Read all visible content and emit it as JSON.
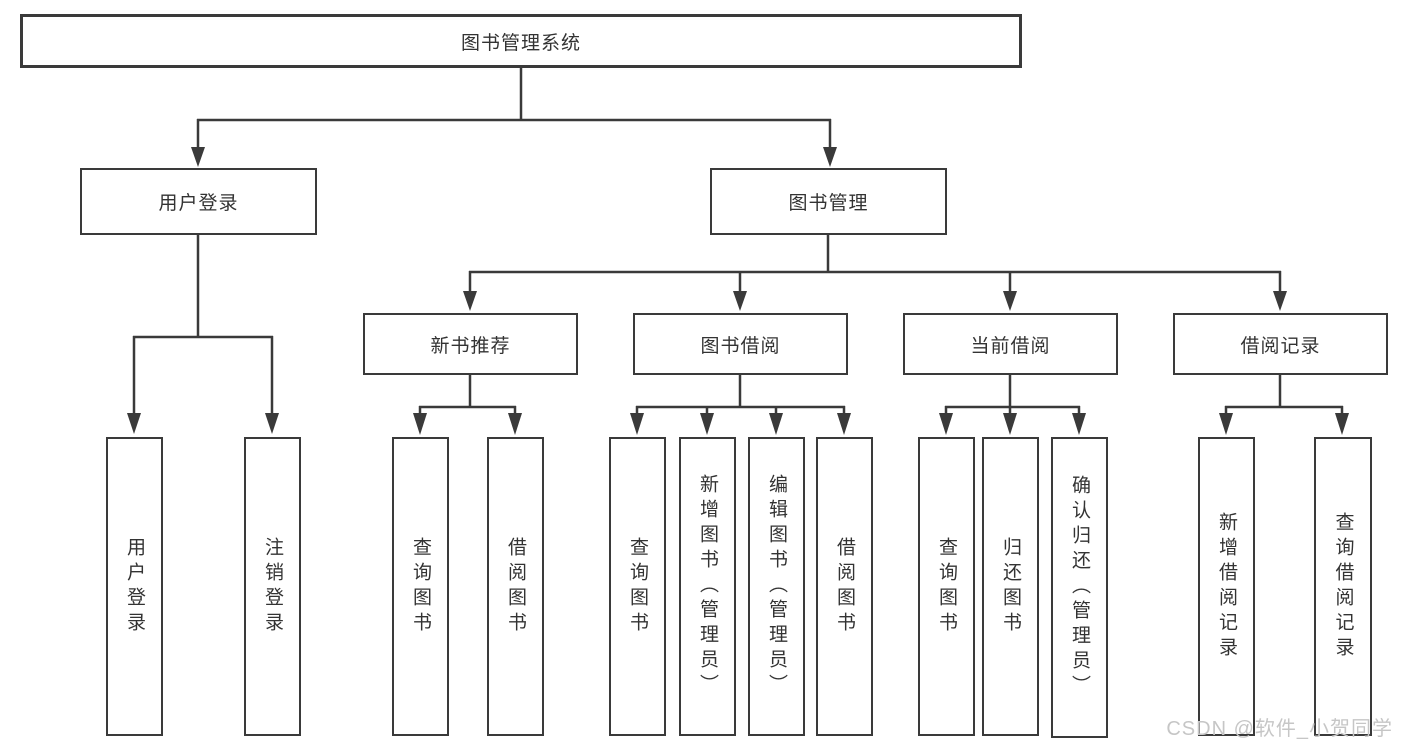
{
  "tree": {
    "root": "图书管理系统",
    "branches": [
      {
        "label": "用户登录",
        "leaves": [
          "用户登录",
          "注销登录"
        ]
      },
      {
        "label": "图书管理",
        "groups": [
          {
            "label": "新书推荐",
            "leaves": [
              "查询图书",
              "借阅图书"
            ]
          },
          {
            "label": "图书借阅",
            "leaves": [
              "查询图书",
              "新增图书（管理员）",
              "编辑图书（管理员）",
              "借阅图书"
            ]
          },
          {
            "label": "当前借阅",
            "leaves": [
              "查询图书",
              "归还图书",
              "确认归还（管理员）"
            ]
          },
          {
            "label": "借阅记录",
            "leaves": [
              "新增借阅记录",
              "查询借阅记录"
            ]
          }
        ]
      }
    ]
  },
  "watermark": {
    "text": "CSDN @软件_小贺同学"
  },
  "colors": {
    "line": "#3a3a3a",
    "box_border": "#3a3a3a",
    "text": "#333333",
    "watermark": "#c6c6c6",
    "background": "#ffffff"
  }
}
